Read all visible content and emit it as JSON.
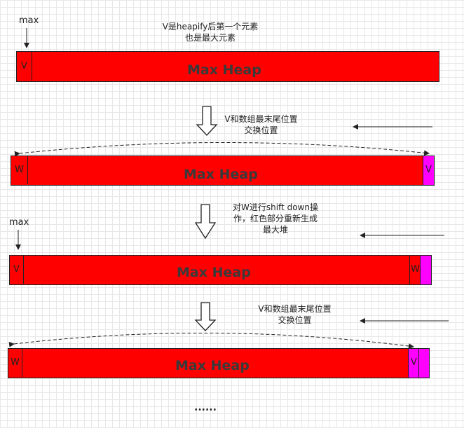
{
  "top_note": [
    "V是heapify后第一个元素",
    "也是最大元素"
  ],
  "max_label": "max",
  "heap_label": "Max Heap",
  "cell_v": "V",
  "cell_w": "W",
  "step1_note": [
    "V和数组最末尾位置",
    "交换位置"
  ],
  "step2_note": [
    "对W进行shift down操",
    "作，红色部分重新生成",
    "最大堆"
  ],
  "step3_note": [
    "V和数组最末尾位置",
    "交换位置"
  ],
  "ellipsis": "......",
  "colors": {
    "heap": "#ff0000",
    "sorted": "#ff00ff",
    "outline": "#222222"
  }
}
